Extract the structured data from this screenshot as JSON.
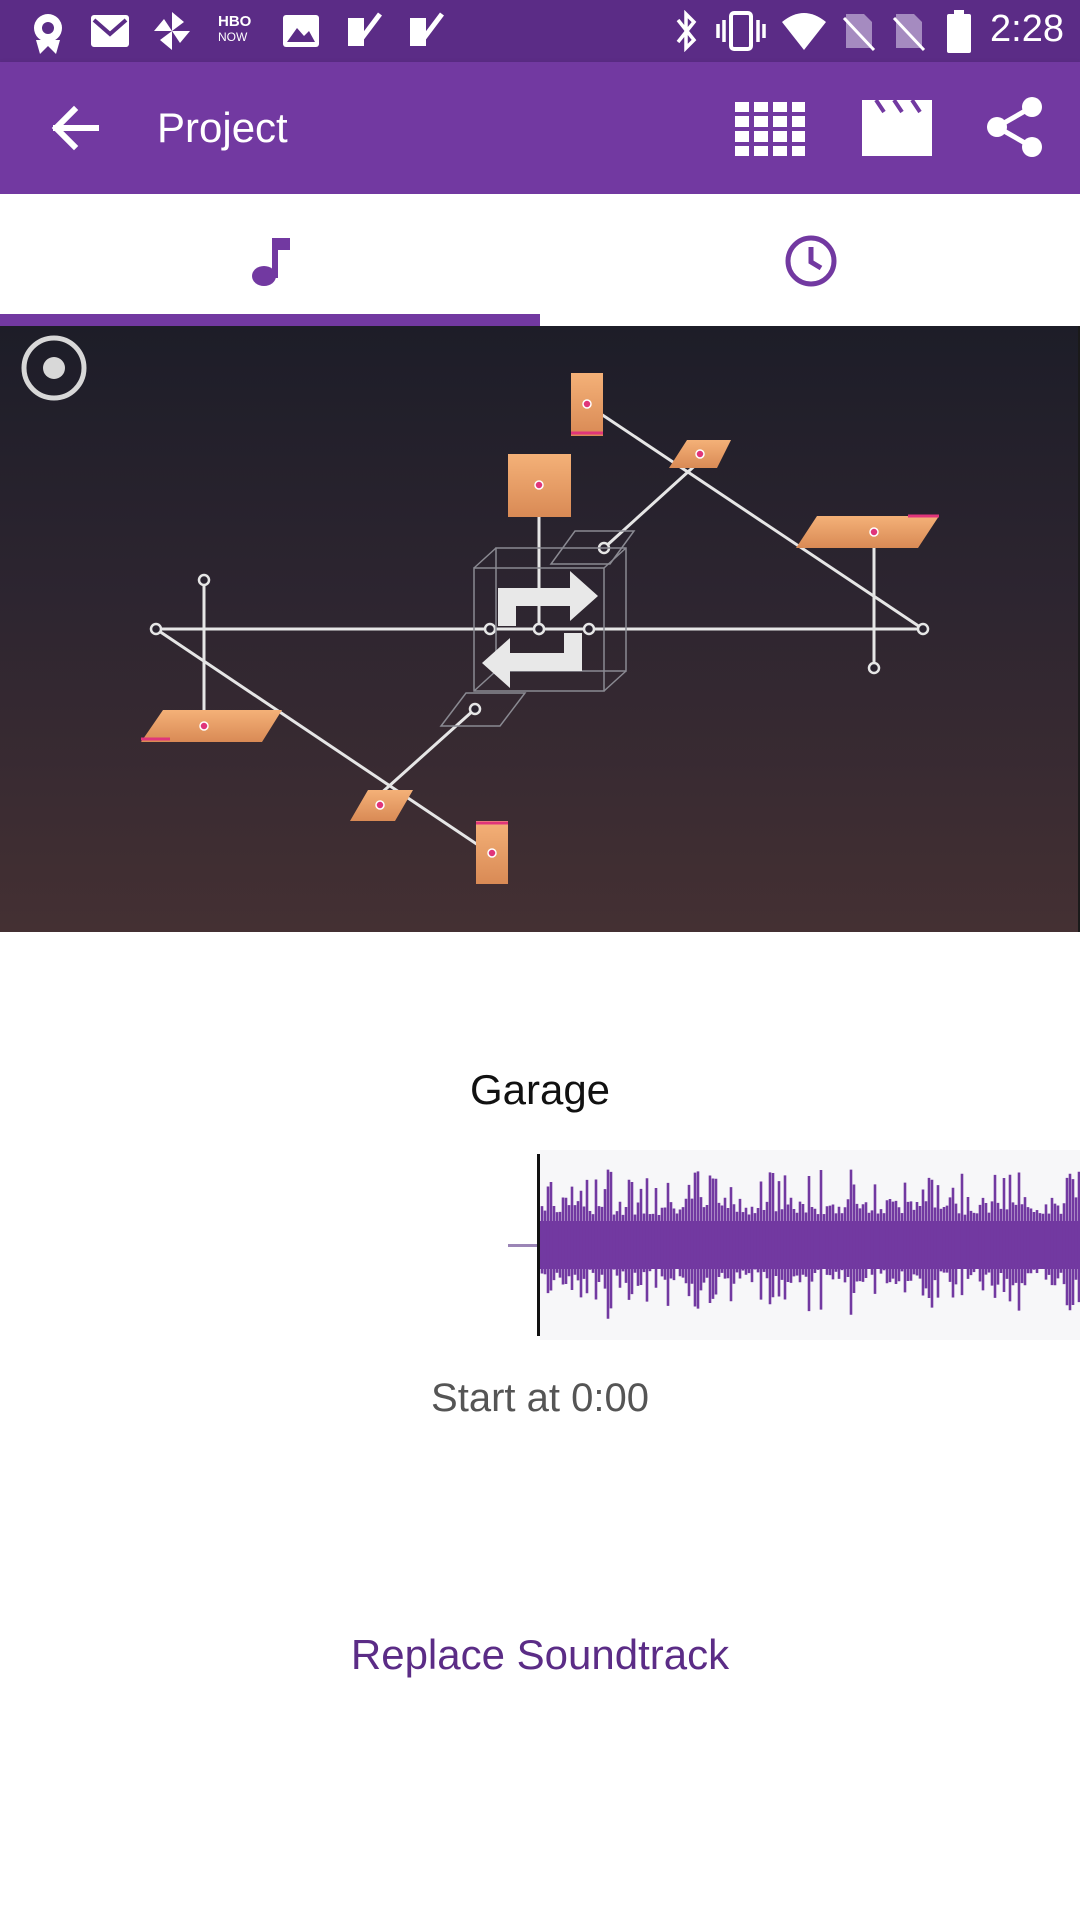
{
  "status_bar": {
    "time": "2:28",
    "left_icons": [
      "app-notification-icon",
      "gmail-icon",
      "pinwheel-icon",
      "hbo-now-icon",
      "image-icon",
      "task-check-icon",
      "task-check-icon"
    ],
    "hbo_line1": "HBO",
    "hbo_line2": "NOW",
    "right_icons": [
      "bluetooth-icon",
      "vibrate-icon",
      "wifi-icon",
      "no-sim-icon",
      "no-sim-icon",
      "battery-icon"
    ]
  },
  "app_bar": {
    "title": "Project",
    "actions": [
      "grid-icon",
      "clapperboard-icon",
      "share-icon"
    ]
  },
  "tabs": [
    {
      "icon": "music-note-icon",
      "selected": true
    },
    {
      "icon": "clock-icon",
      "selected": false
    }
  ],
  "soundtrack": {
    "title": "Garage",
    "start_label": "Start at 0:00",
    "replace_label": "Replace Soundtrack"
  },
  "colors": {
    "status_bar": "#5b2c86",
    "app_bar": "#7239a1",
    "accent": "#7239a1",
    "waveform": "#7239a1",
    "link": "#5b2c86"
  }
}
